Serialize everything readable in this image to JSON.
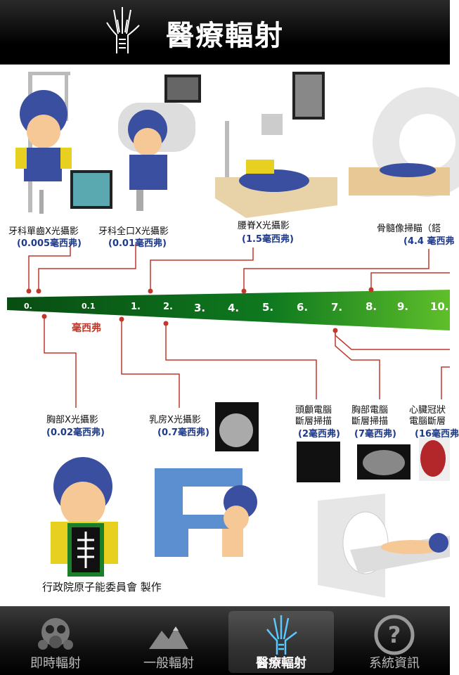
{
  "header": {
    "title": "醫療輻射"
  },
  "chart_data": {
    "type": "scale",
    "unit": "毫西弗",
    "ticks": [
      "0.",
      "0.1",
      "1.",
      "2.",
      "3.",
      "4.",
      "5.",
      "6.",
      "7.",
      "8.",
      "9.",
      "10."
    ],
    "above": [
      {
        "label": "牙科單齒X光攝影",
        "dose": "(0.005毫西弗)"
      },
      {
        "label": "牙科全口X光攝影",
        "dose": "(0.01毫西弗)"
      },
      {
        "label": "腰脊X光攝影",
        "dose": "(1.5毫西弗)"
      },
      {
        "label": "骨髓像掃瞄（鎝",
        "dose": "(4.4 毫西弗"
      }
    ],
    "below": [
      {
        "label": "胸部X光攝影",
        "dose": "(0.02毫西弗)"
      },
      {
        "label": "乳房X光攝影",
        "dose": "(0.7毫西弗)"
      },
      {
        "label": "頭顱電腦",
        "label2": "斷層掃描",
        "dose": "(2毫西弗)"
      },
      {
        "label": "胸部電腦",
        "label2": "斷層掃描",
        "dose": "(7毫西弗)"
      },
      {
        "label": "心臟冠狀",
        "label2": "電腦斷層",
        "dose": "(16毫西弗"
      }
    ]
  },
  "credit": "行政院原子能委員會 製作",
  "tabs": [
    {
      "label": "即時輻射",
      "icon": "gas-mask-icon",
      "active": false
    },
    {
      "label": "一般輻射",
      "icon": "mountains-icon",
      "active": false
    },
    {
      "label": "醫療輻射",
      "icon": "xray-hand-icon",
      "active": true
    },
    {
      "label": "系統資訊",
      "icon": "question-icon",
      "active": false
    }
  ],
  "colors": {
    "accent_red": "#c0392b",
    "dose_blue": "#1e3a8a",
    "bar_green_dark": "#0a5a16",
    "bar_green_light": "#5fbf2a"
  }
}
